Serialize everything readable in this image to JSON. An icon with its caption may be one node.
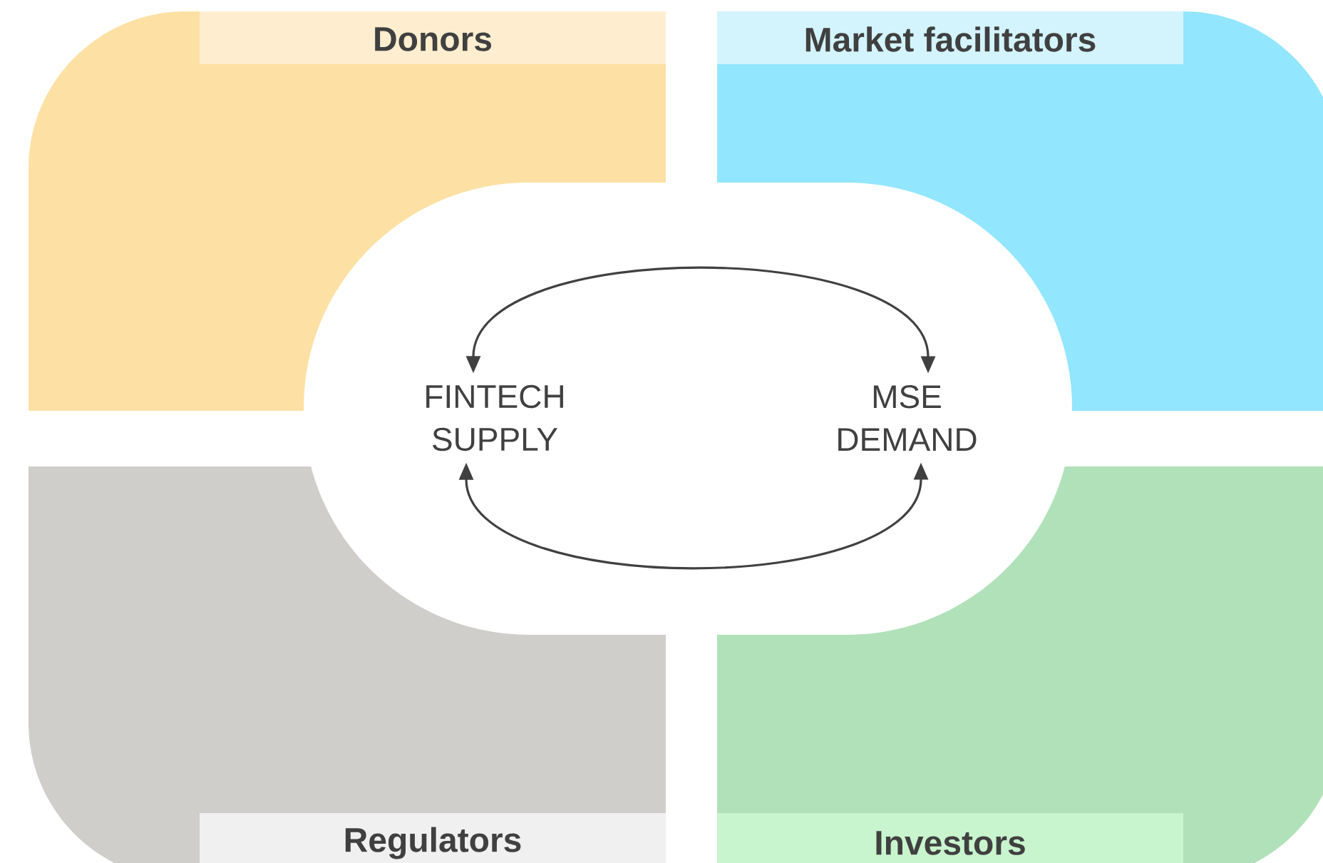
{
  "diagram": {
    "nodes": [
      {
        "text": [
          "Donors"
        ]
      },
      {
        "text": [
          "Market facilitators"
        ]
      },
      {
        "text": [
          "Regulators"
        ]
      },
      {
        "text": [
          "Investors"
        ]
      },
      {
        "text": [
          "FINTECH SUPPLY"
        ]
      },
      {
        "text": [
          "MSE DEMAND"
        ]
      }
    ],
    "edges": [
      {
        "from": 4,
        "to": 5,
        "arrow": "both"
      },
      {
        "from": 4,
        "to": 5,
        "arrow": "both"
      }
    ]
  }
}
